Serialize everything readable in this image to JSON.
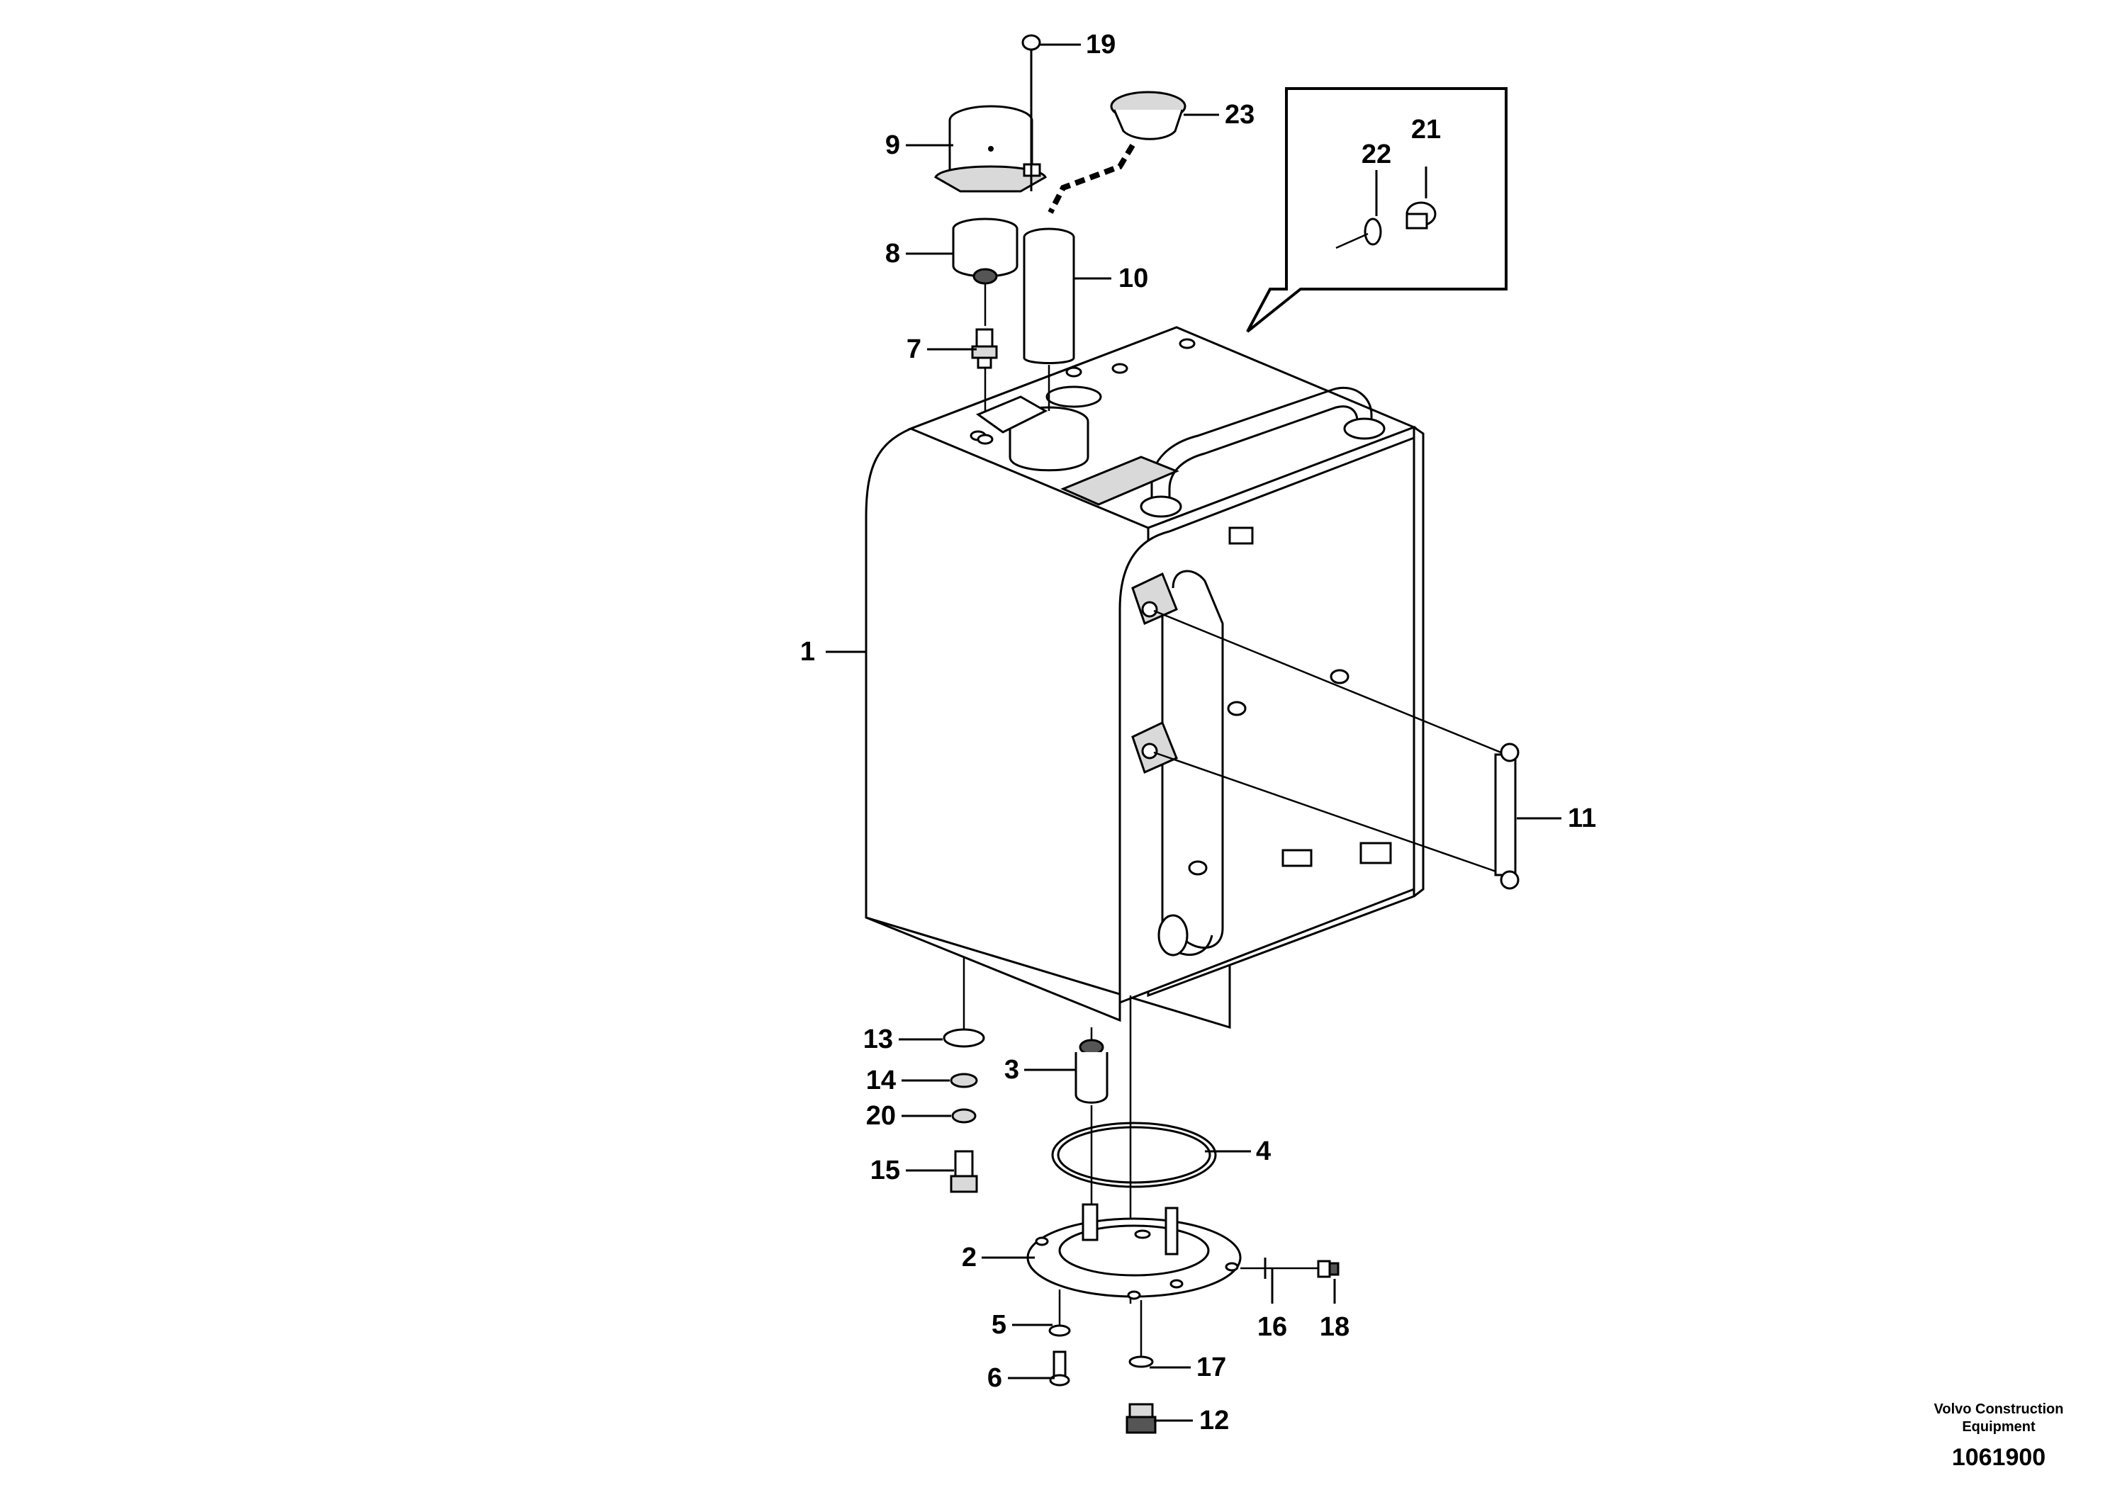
{
  "parts": [
    {
      "key": "p1",
      "label": "1"
    },
    {
      "key": "p2",
      "label": "2"
    },
    {
      "key": "p3",
      "label": "3"
    },
    {
      "key": "p4",
      "label": "4"
    },
    {
      "key": "p5",
      "label": "5"
    },
    {
      "key": "p6",
      "label": "6"
    },
    {
      "key": "p7",
      "label": "7"
    },
    {
      "key": "p8",
      "label": "8"
    },
    {
      "key": "p9",
      "label": "9"
    },
    {
      "key": "p10",
      "label": "10"
    },
    {
      "key": "p11",
      "label": "11"
    },
    {
      "key": "p12",
      "label": "12"
    },
    {
      "key": "p13",
      "label": "13"
    },
    {
      "key": "p14",
      "label": "14"
    },
    {
      "key": "p15",
      "label": "15"
    },
    {
      "key": "p16",
      "label": "16"
    },
    {
      "key": "p17",
      "label": "17"
    },
    {
      "key": "p18",
      "label": "18"
    },
    {
      "key": "p19",
      "label": "19"
    },
    {
      "key": "p20",
      "label": "20"
    },
    {
      "key": "p21",
      "label": "21"
    },
    {
      "key": "p22",
      "label": "22"
    },
    {
      "key": "p23",
      "label": "23"
    }
  ],
  "footer": {
    "brand_line1": "Volvo Construction",
    "brand_line2": "Equipment",
    "drawing_number": "1061900"
  }
}
